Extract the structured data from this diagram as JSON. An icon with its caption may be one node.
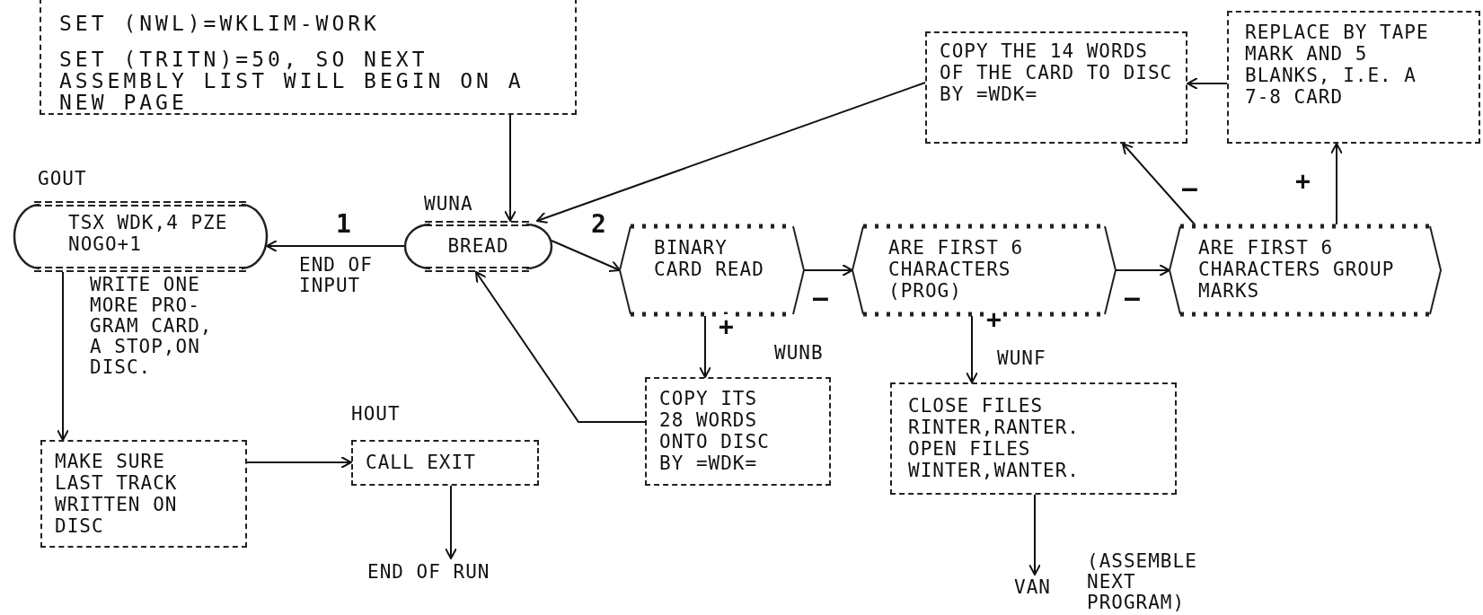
{
  "diagram": {
    "nodes": [
      {
        "text": [
          "SET (NWL)=WKLIM-WORK",
          "SET (TRITN)=50, SO NEXT ASSEMBLY LIST WILL BEGIN ON A NEW PAGE"
        ]
      },
      {
        "text": [
          "TSX WDK,4 PZE NOGO+1"
        ],
        "beside": [
          "GOUT",
          "WRITE ONE MORE PRO- GRAM CARD, A STOP,ON DISC."
        ]
      },
      {
        "text": [
          "BREAD"
        ],
        "beside": [
          "WUNA"
        ]
      },
      {
        "text": [
          "BINARY CARD READ"
        ]
      },
      {
        "text": [
          "ARE FIRST 6 CHARACTERS (PROG)"
        ]
      },
      {
        "text": [
          "ARE FIRST 6 CHARACTERS GROUP MARKS"
        ]
      },
      {
        "text": [
          "COPY THE 14 WORDS OF THE CARD TO DISC BY =WDK="
        ]
      },
      {
        "text": [
          "REPLACE BY TAPE MARK AND 5 BLANKS, I.E. A 7-8 CARD"
        ]
      },
      {
        "text": [
          "COPY ITS 28 WORDS ONTO DISC BY =WDK="
        ],
        "beside": [
          "WUNB"
        ]
      },
      {
        "text": [
          "CLOSE FILES RINTER,RANTER. OPEN FILES WINTER,WANTER."
        ],
        "beside": [
          "WUNF"
        ]
      },
      {
        "text": [
          "MAKE SURE LAST TRACK WRITTEN ON DISC"
        ]
      },
      {
        "text": [
          "CALL EXIT"
        ],
        "beside": [
          "HOUT"
        ]
      },
      {
        "text": [
          "END OF RUN"
        ]
      },
      {
        "text": [
          "VAN"
        ],
        "beside": [
          "(ASSEMBLE NEXT PROGRAM)"
        ]
      }
    ],
    "edges": [
      {
        "from": 0,
        "to": 2,
        "arrow": "to"
      },
      {
        "from": 2,
        "to": 1,
        "arrow": "to",
        "label": "1"
      },
      {
        "from": 2,
        "to": 3,
        "arrow": "to",
        "label": "2"
      },
      {
        "from": 3,
        "to": 4,
        "arrow": "to",
        "label": "–"
      },
      {
        "from": 3,
        "to": 8,
        "arrow": "to",
        "label": "+"
      },
      {
        "from": 4,
        "to": 5,
        "arrow": "to",
        "label": "–"
      },
      {
        "from": 4,
        "to": 9,
        "arrow": "to",
        "label": "+"
      },
      {
        "from": 5,
        "to": 6,
        "arrow": "to",
        "label": "–"
      },
      {
        "from": 5,
        "to": 7,
        "arrow": "to",
        "label": "+"
      },
      {
        "from": 7,
        "to": 6,
        "arrow": "to"
      },
      {
        "from": 6,
        "to": 2,
        "arrow": "to"
      },
      {
        "from": 8,
        "to": 2,
        "arrow": "to"
      },
      {
        "from": 1,
        "to": 10,
        "arrow": "to"
      },
      {
        "from": 10,
        "to": 11,
        "arrow": "to"
      },
      {
        "from": 11,
        "to": 12,
        "arrow": "to"
      },
      {
        "from": 9,
        "to": 13,
        "arrow": "to"
      }
    ],
    "labels": [
      "END OF INPUT"
    ]
  }
}
